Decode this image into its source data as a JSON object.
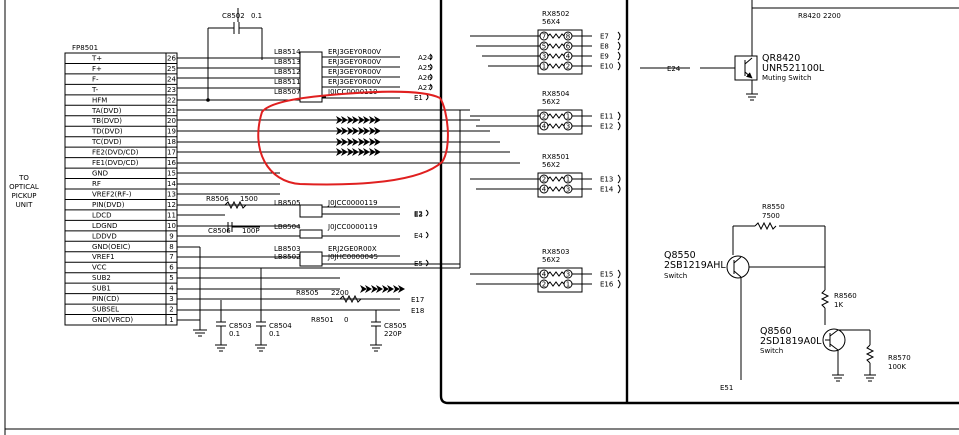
{
  "colors": {
    "ink": "#000000",
    "highlight": "#e02020",
    "background": "#ffffff"
  },
  "connector": {
    "ref": "FP8501",
    "side_label": [
      "TO",
      "OPTICAL",
      "PICKUP",
      "UNIT"
    ],
    "pins": [
      {
        "num": "26",
        "name": "T+"
      },
      {
        "num": "25",
        "name": "F+"
      },
      {
        "num": "24",
        "name": "F-"
      },
      {
        "num": "23",
        "name": "T-"
      },
      {
        "num": "22",
        "name": "HFM"
      },
      {
        "num": "21",
        "name": "TA(DVD)"
      },
      {
        "num": "20",
        "name": "TB(DVD)"
      },
      {
        "num": "19",
        "name": "TD(DVD)"
      },
      {
        "num": "18",
        "name": "TC(DVD)"
      },
      {
        "num": "17",
        "name": "FE2(DVD/CD)"
      },
      {
        "num": "16",
        "name": "FE1(DVD/CD)"
      },
      {
        "num": "15",
        "name": "GND"
      },
      {
        "num": "14",
        "name": "RF"
      },
      {
        "num": "13",
        "name": "VREF2(RF-)"
      },
      {
        "num": "12",
        "name": "PIN(DVD)"
      },
      {
        "num": "11",
        "name": "LDCD"
      },
      {
        "num": "10",
        "name": "LDGND"
      },
      {
        "num": "9",
        "name": "LDDVD"
      },
      {
        "num": "8",
        "name": "GND(OEIC)"
      },
      {
        "num": "7",
        "name": "VREF1"
      },
      {
        "num": "6",
        "name": "VCC"
      },
      {
        "num": "5",
        "name": "SUB2"
      },
      {
        "num": "4",
        "name": "SUB1"
      },
      {
        "num": "3",
        "name": "PIN(CD)"
      },
      {
        "num": "2",
        "name": "SUBSEL"
      },
      {
        "num": "1",
        "name": "GND(VRCD)"
      }
    ]
  },
  "inductors": [
    {
      "ref": "LB8514",
      "part": "ERJ3GEY0R00V",
      "signal": "A24"
    },
    {
      "ref": "LB8513",
      "part": "ERJ3GEY0R00V",
      "signal": "A25"
    },
    {
      "ref": "LB8512",
      "part": "ERJ3GEY0R00V",
      "signal": "A26"
    },
    {
      "ref": "LB8511",
      "part": "ERJ3GEY0R00V",
      "signal": "A27"
    },
    {
      "ref": "LB8507",
      "part": "J0JCC0000119",
      "signal": "E1"
    },
    {
      "ref": "LB8505",
      "part": "J0JCC0000119",
      "signal": "E2"
    },
    {
      "ref": "LB8504",
      "part": "J0JCC0000119",
      "signal": "E4"
    },
    {
      "ref": "LB8503",
      "part": "ERJ2GE0R00X",
      "signal": ""
    },
    {
      "ref": "LB8502",
      "part": "J0JHC0000045",
      "signal": "E5"
    }
  ],
  "passives": {
    "c8502": {
      "ref": "C8502",
      "value": "0.1"
    },
    "r8506": {
      "ref": "R8506",
      "value": "1500"
    },
    "c8506": {
      "ref": "C8506",
      "value": "100P"
    },
    "r8505": {
      "ref": "R8505",
      "value": "2200"
    },
    "r8501": {
      "ref": "R8501",
      "value": "0"
    },
    "c8503": {
      "ref": "C8503",
      "value": "0.1"
    },
    "c8504": {
      "ref": "C8504",
      "value": "0.1"
    },
    "c8505": {
      "ref": "C8505",
      "value": "220P"
    },
    "r8420": {
      "ref": "R8420",
      "value": "2200"
    },
    "r8550": {
      "ref": "R8550",
      "value": "7500"
    },
    "r8560": {
      "ref": "R8560",
      "value": "1K"
    },
    "r8570": {
      "ref": "R8570",
      "value": "100K"
    }
  },
  "signals": {
    "e3": "E3",
    "e17": "E17",
    "e18": "E18",
    "e24": "E24",
    "e51": "E51"
  },
  "arrays": [
    {
      "ref": "RX8502",
      "value": "56X4",
      "rows": [
        {
          "a": "7",
          "b": "8",
          "sig": "E7"
        },
        {
          "a": "5",
          "b": "6",
          "sig": "E8"
        },
        {
          "a": "3",
          "b": "4",
          "sig": "E9"
        },
        {
          "a": "1",
          "b": "2",
          "sig": "E10"
        }
      ]
    },
    {
      "ref": "RX8504",
      "value": "56X2",
      "rows": [
        {
          "a": "2",
          "b": "1",
          "sig": "E11"
        },
        {
          "a": "4",
          "b": "3",
          "sig": "E12"
        }
      ]
    },
    {
      "ref": "RX8501",
      "value": "56X2",
      "rows": [
        {
          "a": "2",
          "b": "1",
          "sig": "E13"
        },
        {
          "a": "4",
          "b": "3",
          "sig": "E14"
        }
      ]
    },
    {
      "ref": "RX8503",
      "value": "56X2",
      "rows": [
        {
          "a": "4",
          "b": "3",
          "sig": "E15"
        },
        {
          "a": "2",
          "b": "1",
          "sig": "E16"
        }
      ]
    }
  ],
  "transistors": {
    "qr8420": {
      "ref": "QR8420",
      "part": "UNR521100L",
      "desc": "Muting Switch"
    },
    "q8550": {
      "ref": "Q8550",
      "part": "2SB1219AHL",
      "desc": "Switch"
    },
    "q8560": {
      "ref": "Q8560",
      "part": "2SD1819A0L",
      "desc": "Switch"
    }
  }
}
